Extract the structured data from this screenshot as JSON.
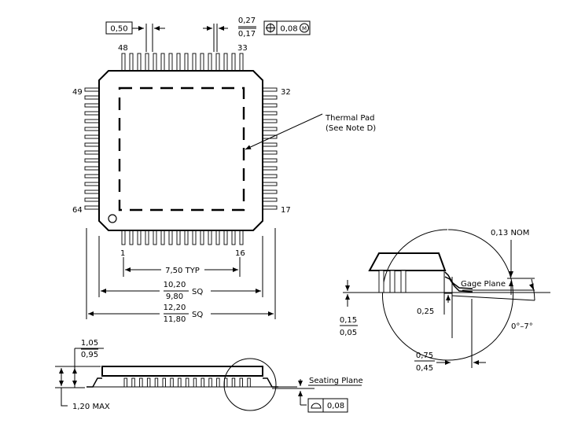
{
  "pin_pitch": "0,50",
  "lead_width": {
    "max": "0,27",
    "min": "0,17"
  },
  "position_tolerance": {
    "value": "0,08",
    "modifier": "M"
  },
  "pin_numbers": {
    "top_left": "48",
    "top_right": "33",
    "left_top": "49",
    "left_bottom": "64",
    "right_top": "32",
    "right_bottom": "17",
    "bottom_left": "1",
    "bottom_right": "16"
  },
  "thermal_pad": {
    "line1": "Thermal Pad",
    "line2": "(See Note D)"
  },
  "dim_pad": "7,50 TYP",
  "dim_body": {
    "max": "10,20",
    "min": "9,80",
    "suffix": "SQ"
  },
  "dim_overall": {
    "max": "12,20",
    "min": "11,80",
    "suffix": "SQ"
  },
  "side_height": {
    "max": "1,05",
    "min": "0,95"
  },
  "max_height": "1,20 MAX",
  "seating_plane": "Seating Plane",
  "coplanarity": "0,08",
  "detail": {
    "nom": "0,13 NOM",
    "gage_plane": "Gage Plane",
    "gage_height": "0,25",
    "standoff": {
      "max": "0,15",
      "min": "0,05"
    },
    "foot_length": {
      "max": "0,75",
      "min": "0,45"
    },
    "angle": "0°–7°"
  }
}
